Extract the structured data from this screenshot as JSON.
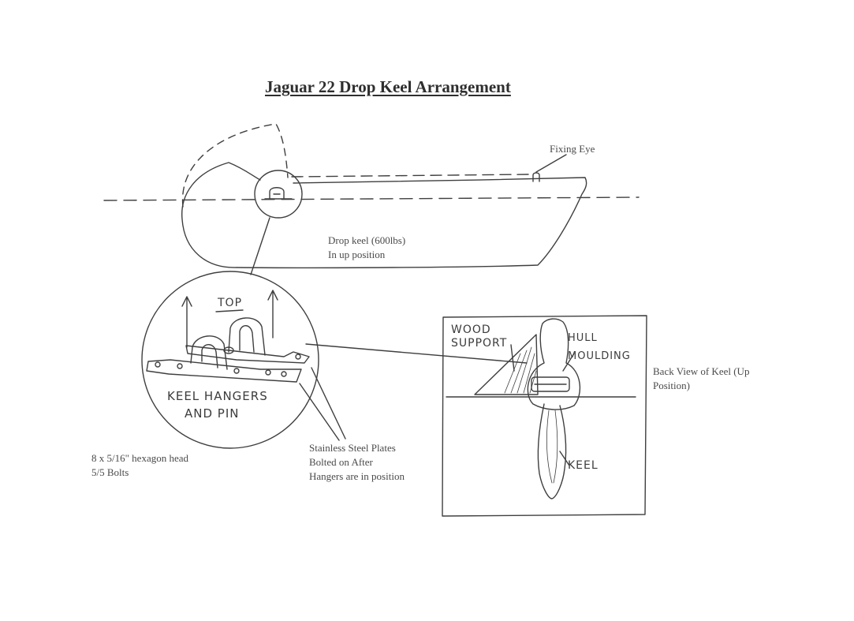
{
  "title": "Jaguar 22 Drop Keel Arrangement",
  "labels": {
    "fixing_eye": "Fixing Eye",
    "drop_keel_line1": "Drop keel (600lbs)",
    "drop_keel_line2": "In up position",
    "back_view_line1": "Back View of Keel (Up",
    "back_view_line2": "Position)",
    "bolts_line1": "8 x 5/16\" hexagon head",
    "bolts_line2": "5/5 Bolts",
    "plates_line1": "Stainless Steel Plates",
    "plates_line2": "Bolted on After",
    "plates_line3": "Hangers are in position"
  },
  "handwritten": {
    "top": "TOP",
    "keel_hangers_line1": "KEEL HANGERS",
    "keel_hangers_line2": "AND PIN",
    "wood_support_line1": "WOOD",
    "wood_support_line2": "SUPPORT",
    "hull_moulding_line1": "HULL",
    "hull_moulding_line2": "MOULDING",
    "keel": "KEEL"
  },
  "colors": {
    "ink": "#3a3a3a",
    "paper": "#ffffff"
  }
}
